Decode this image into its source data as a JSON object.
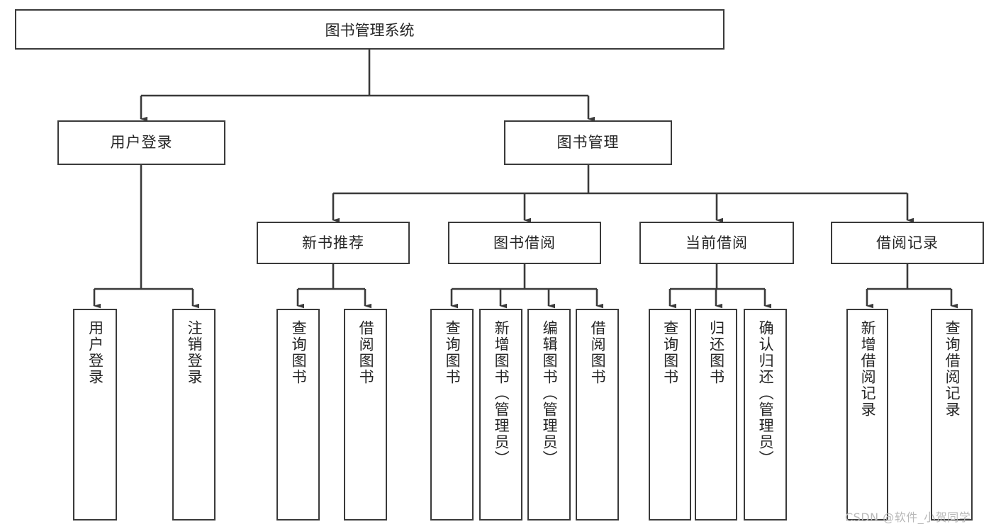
{
  "diagram": {
    "title": "图书管理系统",
    "type": "hierarchy-tree",
    "root": {
      "label": "图书管理系统"
    },
    "level2": [
      {
        "label": "用户登录"
      },
      {
        "label": "图书管理"
      }
    ],
    "level3": [
      {
        "label": "新书推荐"
      },
      {
        "label": "图书借阅"
      },
      {
        "label": "当前借阅"
      },
      {
        "label": "借阅记录"
      }
    ],
    "leaves": [
      {
        "label": "用户登录",
        "parent": "用户登录"
      },
      {
        "label": "注销登录",
        "parent": "用户登录"
      },
      {
        "label": "查询图书",
        "parent": "新书推荐"
      },
      {
        "label": "借阅图书",
        "parent": "新书推荐"
      },
      {
        "label": "查询图书",
        "parent": "图书借阅"
      },
      {
        "label": "新增图书（管理员）",
        "parent": "图书借阅"
      },
      {
        "label": "编辑图书（管理员）",
        "parent": "图书借阅"
      },
      {
        "label": "借阅图书",
        "parent": "图书借阅"
      },
      {
        "label": "查询图书",
        "parent": "当前借阅"
      },
      {
        "label": "归还图书",
        "parent": "当前借阅"
      },
      {
        "label": "确认归还（管理员）",
        "parent": "当前借阅"
      },
      {
        "label": "新增借阅记录",
        "parent": "借阅记录"
      },
      {
        "label": "查询借阅记录",
        "parent": "借阅记录"
      }
    ]
  },
  "watermark": {
    "text": "CSDN @软件_小贺同学"
  },
  "colors": {
    "border": "#3a3a3a",
    "text": "#262626",
    "background": "#ffffff",
    "watermark": "#b9b9b9"
  }
}
